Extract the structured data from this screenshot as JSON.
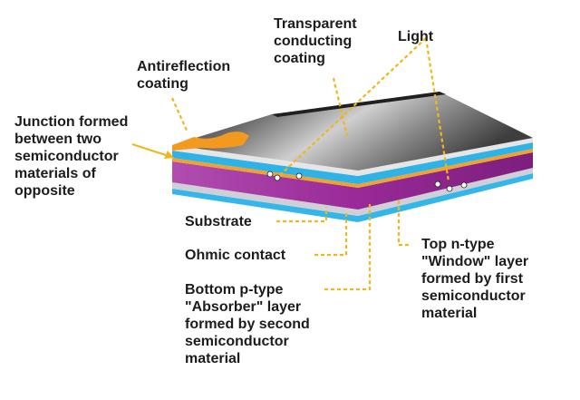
{
  "colors": {
    "accent": "#f2b61a",
    "purple": "#9b2a9b",
    "cyan": "#2fb2e6",
    "orange": "#f39a1e",
    "label_text": "#1c1c1c"
  },
  "labels": {
    "transparent": [
      "Transparent",
      "conducting",
      "coating"
    ],
    "light": [
      "Light"
    ],
    "antireflection": [
      "Antireflection",
      "coating"
    ],
    "junction": [
      "Junction formed",
      "between two",
      "semiconductor",
      "materials of",
      "opposite"
    ],
    "substrate": [
      "Substrate"
    ],
    "ohmic": [
      "Ohmic contact"
    ],
    "bottom": [
      "Bottom p-type",
      "\"Absorber\" layer",
      "formed by second",
      "semiconductor",
      "material"
    ],
    "top": [
      "Top n-type",
      "\"Window\" layer",
      "formed by first",
      "semiconductor",
      "material"
    ]
  }
}
